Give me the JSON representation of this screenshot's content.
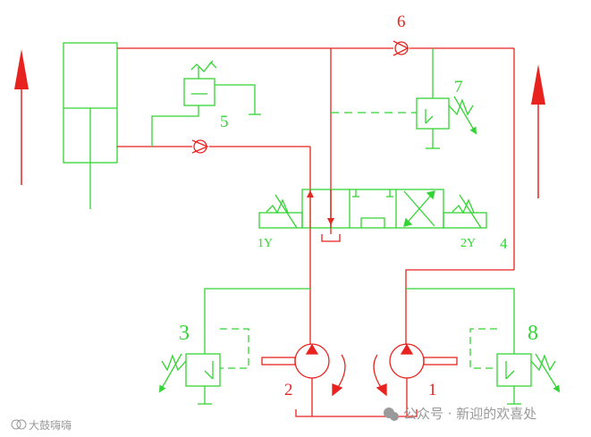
{
  "colors": {
    "red": "#e8231f",
    "green": "#33d433",
    "watermark": "#9a9a9a"
  },
  "labels": {
    "pump_1": "1",
    "pump_2": "2",
    "relief_valve_3": "3",
    "line_4": "4",
    "check_valve_5": "5",
    "check_valve_6": "6",
    "relief_valve_7": "7",
    "relief_valve_8": "8",
    "solenoid_1y": "1Y",
    "solenoid_2y": "2Y"
  },
  "watermark": {
    "left_text": "大鼓嗨嗨",
    "right_text": "公众号 · 新迎的欢喜处"
  }
}
